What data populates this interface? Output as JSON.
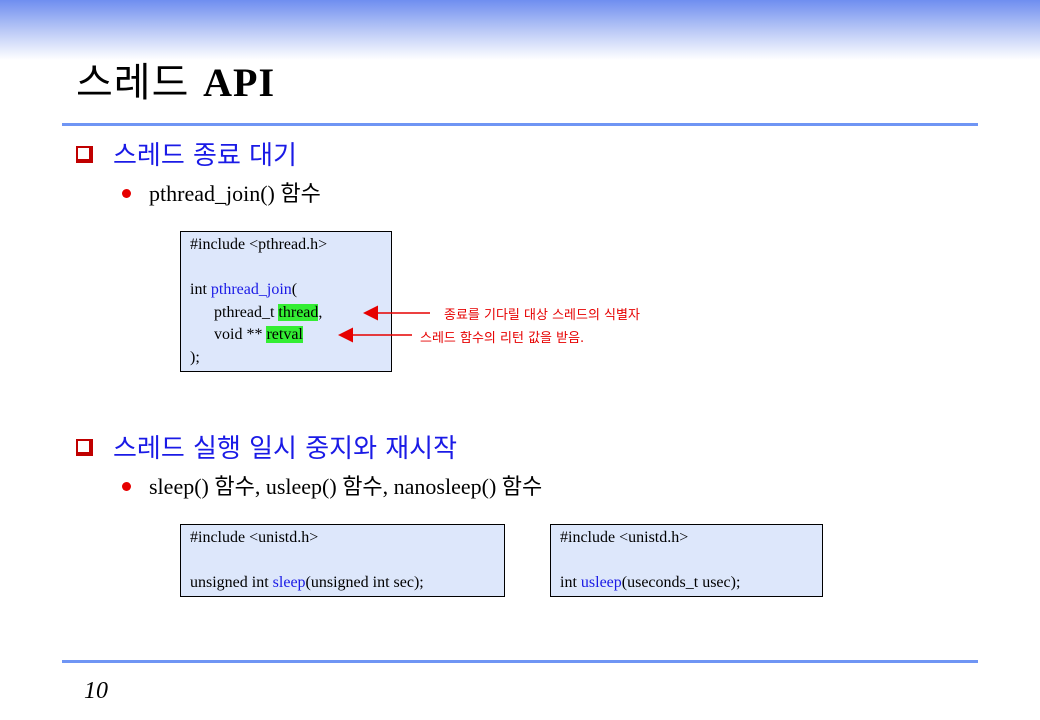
{
  "slide": {
    "title_ko": "스레드",
    "title_api": "API",
    "page_number": "10"
  },
  "section1": {
    "heading": "스레드 종료 대기",
    "bullet": "pthread_join() 함수",
    "code": {
      "line1": "#include <pthread.h>",
      "line2_prefix": "int ",
      "line2_fn": "pthread_join",
      "line2_suffix": "(",
      "line3_prefix": "      pthread_t ",
      "line3_hl": "thread",
      "line3_suffix": ",",
      "line4_prefix": "      void ** ",
      "line4_hl": "retval",
      "line5": ");"
    },
    "note1": "종료를 기다릴 대상 스레드의 식별자",
    "note2": "스레드 함수의 리턴 값을 받음."
  },
  "section2": {
    "heading": "스레드 실행 일시 중지와 재시작",
    "bullet": "sleep() 함수, usleep() 함수, nanosleep() 함수",
    "code_left": {
      "line1": "#include <unistd.h>",
      "line2_prefix": "unsigned int ",
      "line2_fn": "sleep",
      "line2_suffix": "(unsigned int sec);"
    },
    "code_right": {
      "line1": "#include <unistd.h>",
      "line2_prefix": "int ",
      "line2_fn": "usleep",
      "line2_suffix": "(useconds_t usec);"
    }
  },
  "colors": {
    "accent_blue": "#1a1ae6",
    "rule_blue": "#6f95f4",
    "code_bg": "#dde7fb",
    "highlight_green": "#33ee33",
    "note_red": "#e60000"
  },
  "icons": {
    "section_marker": "square-bullet-icon",
    "list_marker": "red-dot-icon",
    "pointer": "red-arrow-icon"
  }
}
